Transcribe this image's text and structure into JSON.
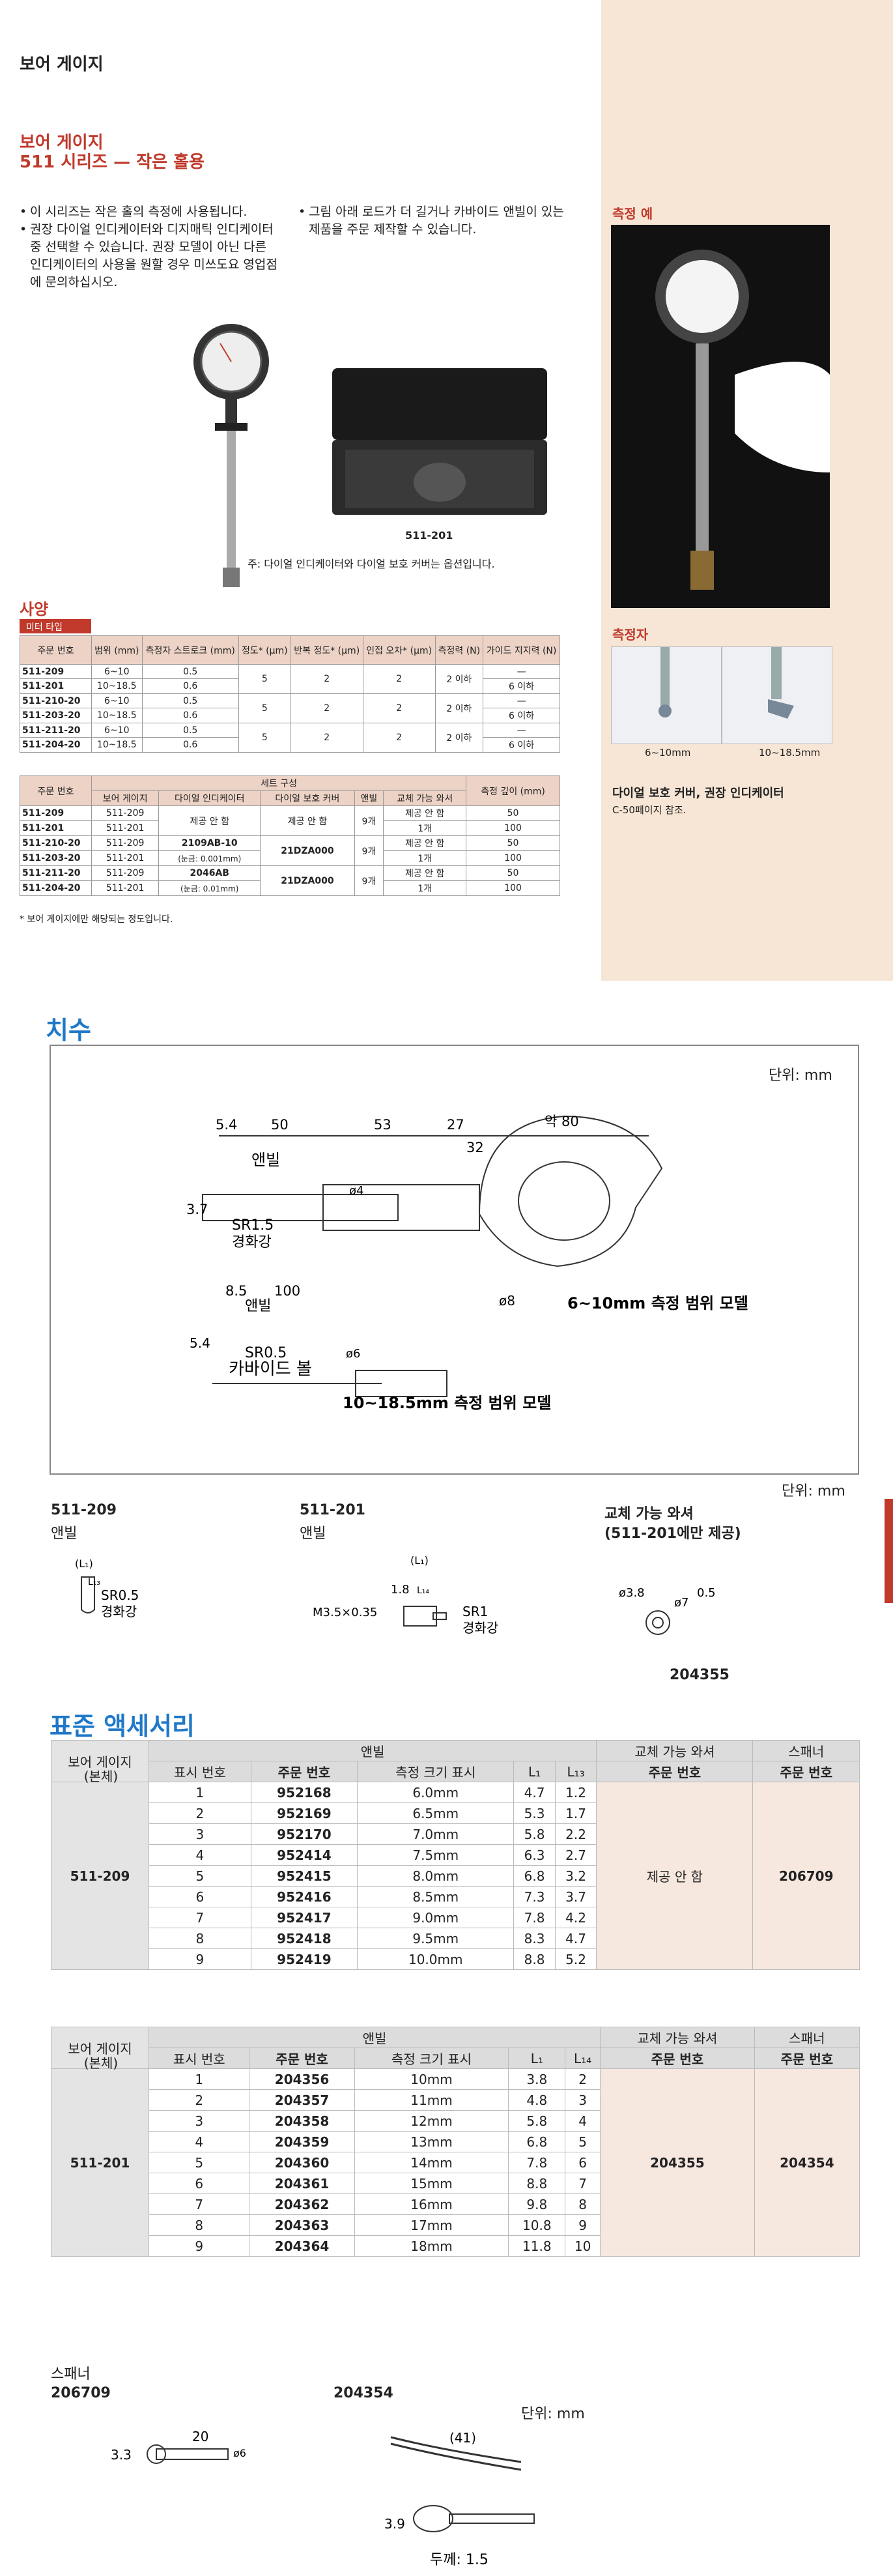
{
  "page_title": "보어 게이지",
  "series_title_1": "보어 게이지",
  "series_title_2": "511 시리즈 — 작은 홀용",
  "bullets_left": [
    "이 시리즈는 작은 홀의 측정에 사용됩니다.",
    "권장 다이얼 인디케이터와 디지매틱 인디케이터 중 선택할 수 있습니다. 권장 모델이 아닌 다른 인디케이터의 사용을 원할 경우 미쓰도요 영업점에 문의하십시오."
  ],
  "bullets_right": [
    "그림 아래 로드가 더 길거나 카바이드 앤빌이 있는 제품을 주문 제작할 수 있습니다."
  ],
  "case_label": "511-201",
  "note_optional": "주: 다이얼 인디케이터와 다이얼 보호 커버는 옵션입니다.",
  "sidebar": {
    "example_title": "측정 예",
    "probe_title": "측정자",
    "probe_a": "6~10mm",
    "probe_b": "10~18.5mm",
    "cover_title": "다이얼 보호 커버, 권장 인디케이터",
    "cover_ref": "C-50페이지 참조."
  },
  "spec": {
    "title": "사양",
    "tab": "미터 타입",
    "headers": [
      "주문 번호",
      "범위 (mm)",
      "측정자 스트로크 (mm)",
      "정도* (µm)",
      "반복 정도* (µm)",
      "인접 오차* (µm)",
      "측정력 (N)",
      "가이드 지지력 (N)"
    ],
    "rows": [
      [
        "511-209",
        "6~10",
        "0.5",
        "5",
        "2",
        "2",
        "2 이하",
        "—"
      ],
      [
        "511-201",
        "10~18.5",
        "0.6",
        "",
        "",
        "",
        "",
        "6 이하"
      ],
      [
        "511-210-20",
        "6~10",
        "0.5",
        "5",
        "2",
        "2",
        "2 이하",
        "—"
      ],
      [
        "511-203-20",
        "10~18.5",
        "0.6",
        "",
        "",
        "",
        "",
        "6 이하"
      ],
      [
        "511-211-20",
        "6~10",
        "0.5",
        "5",
        "2",
        "2",
        "2 이하",
        "—"
      ],
      [
        "511-204-20",
        "10~18.5",
        "0.6",
        "",
        "",
        "",
        "",
        "6 이하"
      ]
    ],
    "set_header": "세트 구성",
    "headers2": [
      "주문 번호",
      "보어 게이지",
      "다이얼 인디케이터",
      "다이얼 보호 커버",
      "앤빌",
      "교체 가능 와셔",
      "측정 깊이 (mm)"
    ],
    "rows2": [
      [
        "511-209",
        "511-209",
        "제공 안 함",
        "제공 안 함",
        "9개",
        "제공 안 함",
        "50"
      ],
      [
        "511-201",
        "511-201",
        "",
        "",
        "",
        "1개",
        "100"
      ],
      [
        "511-210-20",
        "511-209",
        "2109AB-10",
        "21DZA000",
        "9개",
        "제공 안 함",
        "50"
      ],
      [
        "511-203-20",
        "511-201",
        "(눈금: 0.001mm)",
        "",
        "",
        "1개",
        "100"
      ],
      [
        "511-211-20",
        "511-209",
        "2046AB",
        "21DZA000",
        "9개",
        "제공 안 함",
        "50"
      ],
      [
        "511-204-20",
        "511-201",
        "(눈금: 0.01mm)",
        "",
        "",
        "1개",
        "100"
      ]
    ],
    "footnote": "* 보어 게이지에만 해당되는 정도입니다."
  },
  "dims": {
    "title": "치수",
    "unit": "단위: mm",
    "d_54": "5.4",
    "d_50": "50",
    "d_53": "53",
    "d_27": "27",
    "d_32": "32",
    "d_80": "약 80",
    "anvil": "앤빌",
    "hardened": "경화강",
    "sr15": "SR1.5",
    "d37": "3.7",
    "phi4": "ø4",
    "phi8": "ø8",
    "model_a": "6~10mm 측정 범위 모델",
    "d_85": "8.5",
    "d_100": "100",
    "sr05": "SR0.5",
    "d_54b": "5.4",
    "phi6": "ø6",
    "carbide": "카바이드 볼",
    "model_b": "10~18.5mm 측정 범위 모델",
    "unit2": "단위: mm",
    "a1_no": "511-209",
    "a1_name": "앤빌",
    "a1_l": "(L₁)",
    "a1_l13": "L₁₃",
    "a1_sr": "SR0.5",
    "a1_mat": "경화강",
    "a2_no": "511-201",
    "a2_name": "앤빌",
    "a2_l": "(L₁)",
    "a2_18": "1.8",
    "a2_l14": "L₁₄",
    "a2_thread": "M3.5×0.35",
    "a2_sr": "SR1",
    "a2_mat": "경화강",
    "w_title1": "교체 가능 와셔",
    "w_title2": "(511-201에만 제공)",
    "w_38": "ø3.8",
    "w_7": "ø7",
    "w_05": "0.5",
    "w_no": "204355"
  },
  "acc": {
    "title": "표준 액세서리",
    "t1_main": "보어 게이지",
    "t1_main2": "(본체)",
    "t1_anvil": "앤빌",
    "t1_washer": "교체 가능 와셔",
    "t1_spanner": "스패너",
    "t1_cols": [
      "표시 번호",
      "주문 번호",
      "측정 크기 표시",
      "L₁",
      "L₁₃"
    ],
    "t1_ordno": "주문 번호",
    "t1_model": "511-209",
    "t1_washer_val": "제공 안 함",
    "t1_spanner_val": "206709",
    "t1_rows": [
      [
        "1",
        "952168",
        "6.0mm",
        "4.7",
        "1.2"
      ],
      [
        "2",
        "952169",
        "6.5mm",
        "5.3",
        "1.7"
      ],
      [
        "3",
        "952170",
        "7.0mm",
        "5.8",
        "2.2"
      ],
      [
        "4",
        "952414",
        "7.5mm",
        "6.3",
        "2.7"
      ],
      [
        "5",
        "952415",
        "8.0mm",
        "6.8",
        "3.2"
      ],
      [
        "6",
        "952416",
        "8.5mm",
        "7.3",
        "3.7"
      ],
      [
        "7",
        "952417",
        "9.0mm",
        "7.8",
        "4.2"
      ],
      [
        "8",
        "952418",
        "9.5mm",
        "8.3",
        "4.7"
      ],
      [
        "9",
        "952419",
        "10.0mm",
        "8.8",
        "5.2"
      ]
    ],
    "t2_cols": [
      "표시 번호",
      "주문 번호",
      "측정 크기 표시",
      "L₁",
      "L₁₄"
    ],
    "t2_model": "511-201",
    "t2_washer_val": "204355",
    "t2_spanner_val": "204354",
    "t2_rows": [
      [
        "1",
        "204356",
        "10mm",
        "3.8",
        "2"
      ],
      [
        "2",
        "204357",
        "11mm",
        "4.8",
        "3"
      ],
      [
        "3",
        "204358",
        "12mm",
        "5.8",
        "4"
      ],
      [
        "4",
        "204359",
        "13mm",
        "6.8",
        "5"
      ],
      [
        "5",
        "204360",
        "14mm",
        "7.8",
        "6"
      ],
      [
        "6",
        "204361",
        "15mm",
        "8.8",
        "7"
      ],
      [
        "7",
        "204362",
        "16mm",
        "9.8",
        "8"
      ],
      [
        "8",
        "204363",
        "17mm",
        "10.8",
        "9"
      ],
      [
        "9",
        "204364",
        "18mm",
        "11.8",
        "10"
      ]
    ]
  },
  "spanner": {
    "title": "스패너",
    "no1": "206709",
    "no2": "204354",
    "unit": "단위: mm",
    "d20": "20",
    "d33": "3.3",
    "phi6": "ø6",
    "d41": "(41)",
    "d39": "3.9",
    "thick": "두께: 1.5"
  }
}
